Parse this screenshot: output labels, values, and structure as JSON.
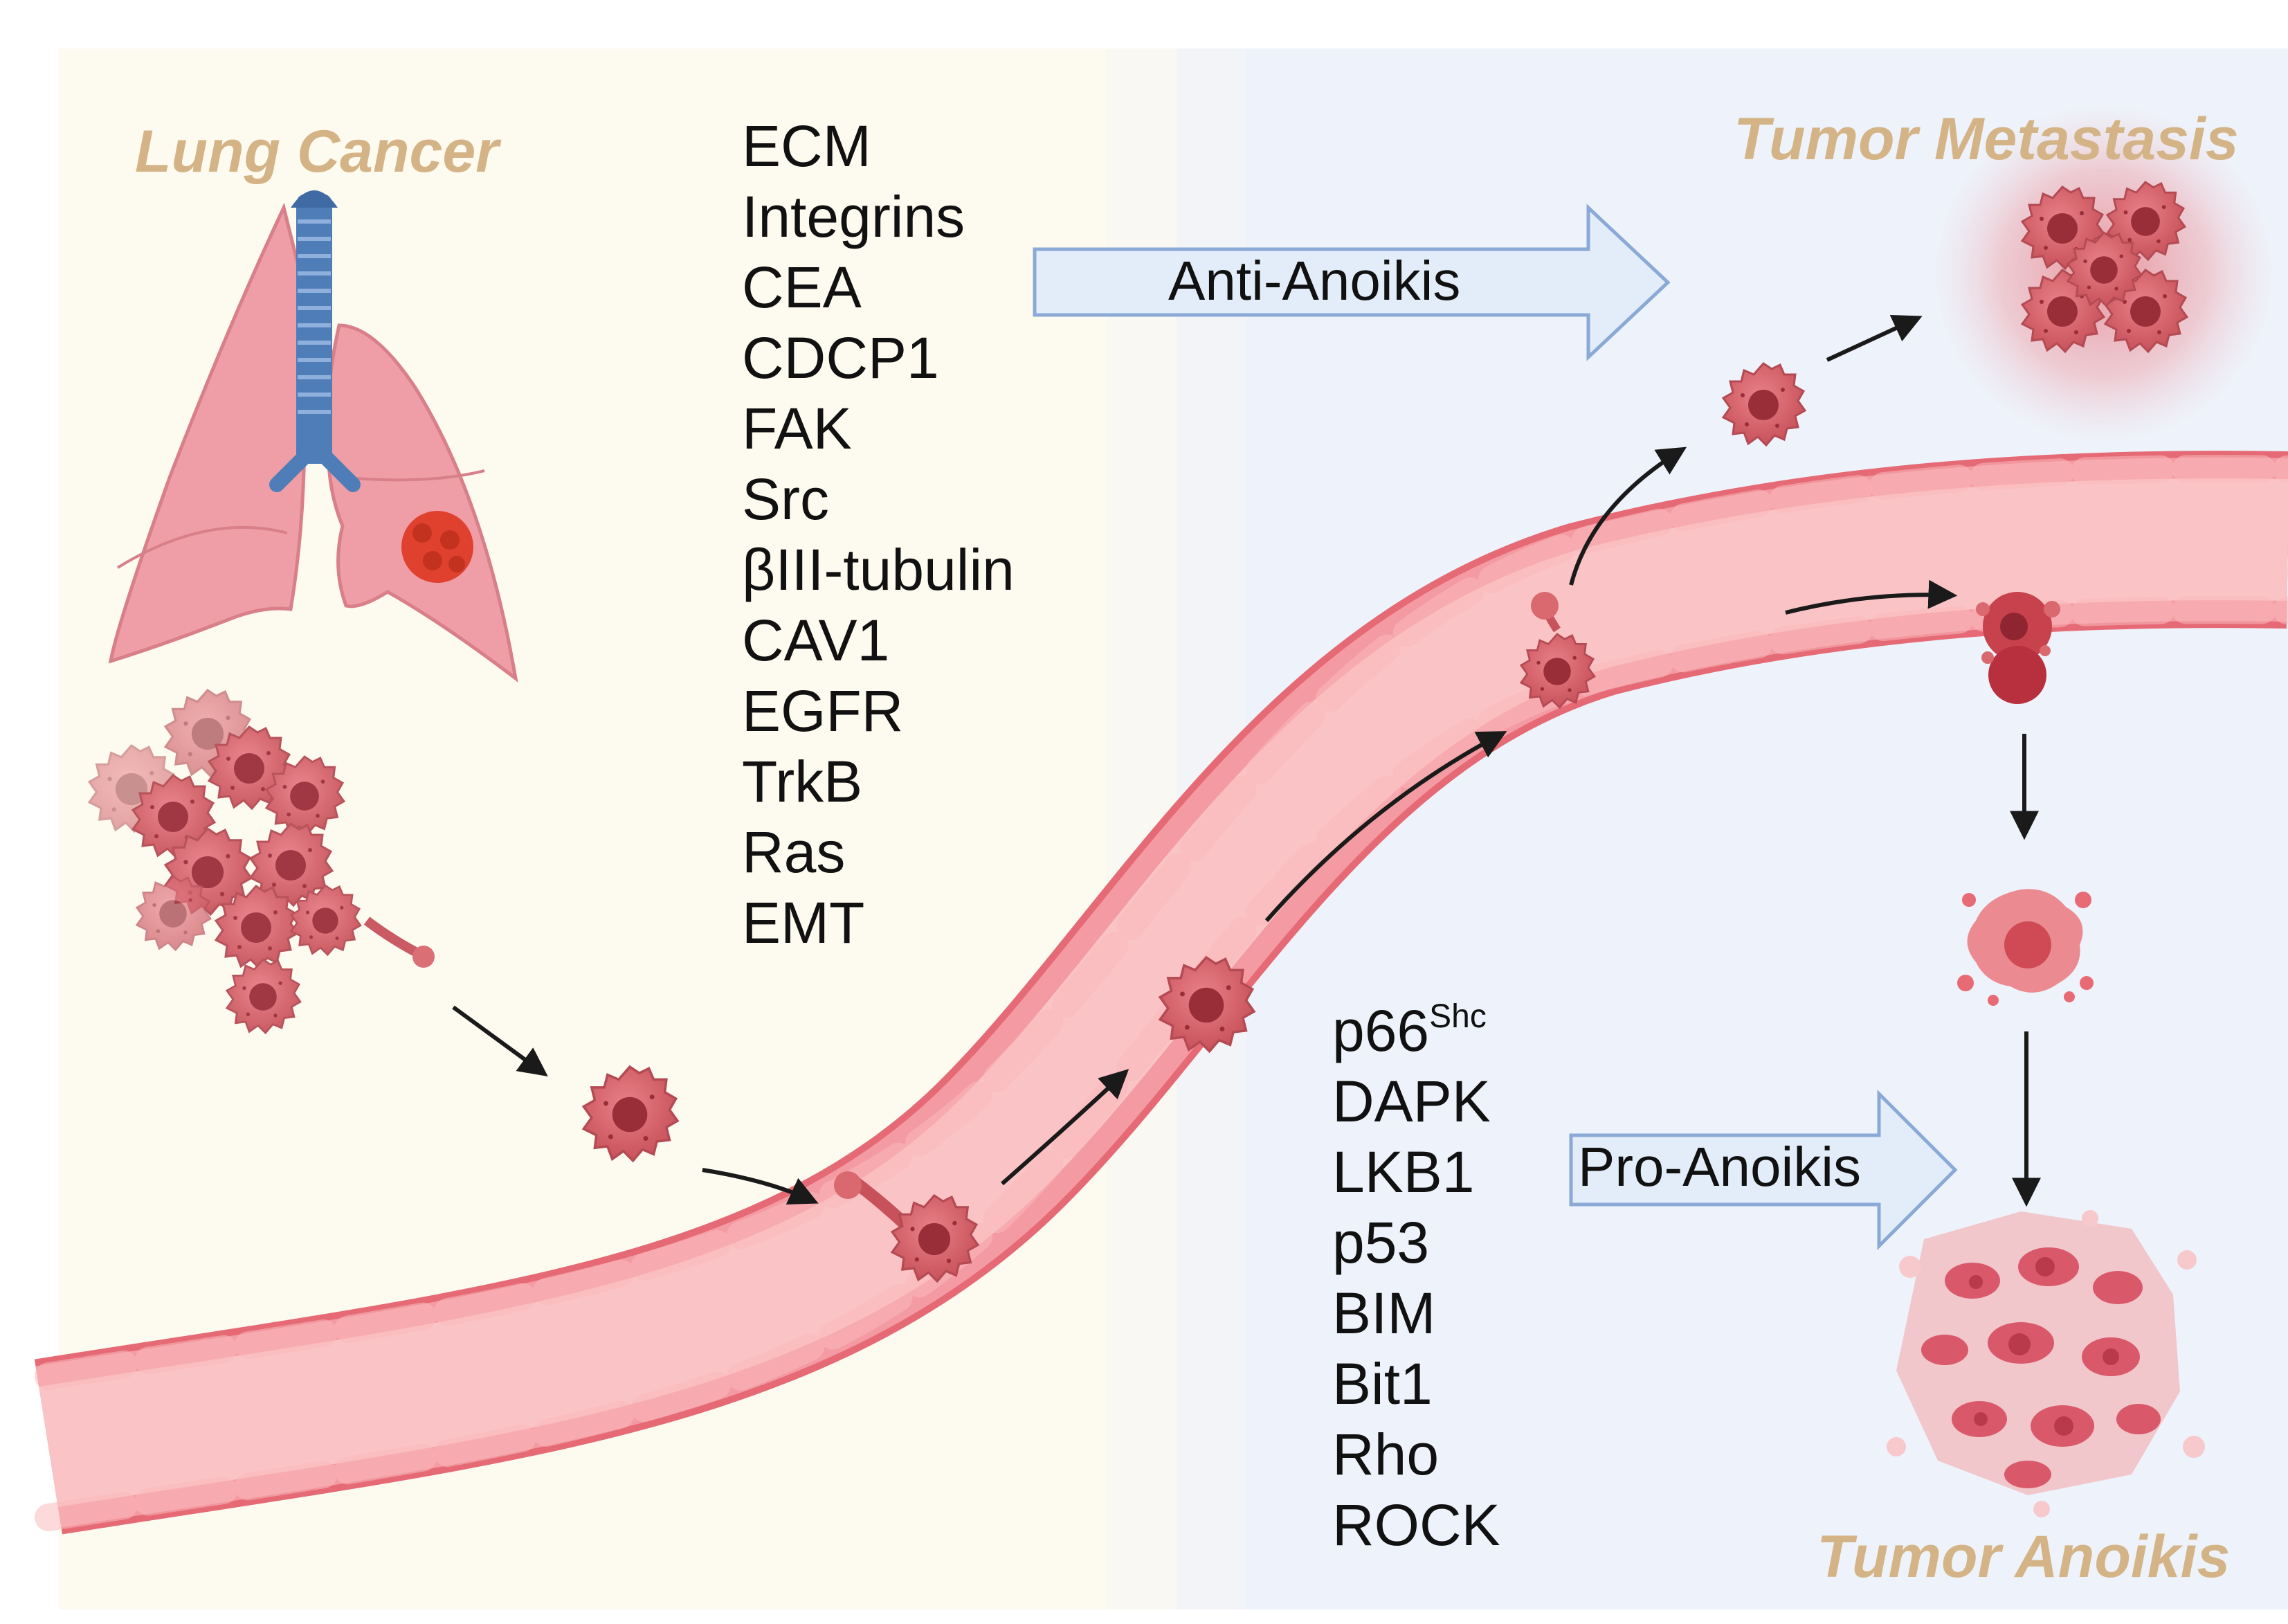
{
  "titles": {
    "lung_cancer": "Lung Cancer",
    "tumor_metastasis": "Tumor Metastasis",
    "tumor_anoikis": "Tumor Anoikis"
  },
  "anti_anoikis": {
    "label": "Anti-Anoikis",
    "factors": [
      "ECM",
      "Integrins",
      "CEA",
      "CDCP1",
      "FAK",
      "Src",
      "βIII-tubulin",
      "CAV1",
      "EGFR",
      "TrkB",
      "Ras",
      "EMT"
    ]
  },
  "pro_anoikis": {
    "label": "Pro-Anoikis",
    "first_factor": {
      "base": "p66",
      "superscript": "Shc"
    },
    "factors": [
      "DAPK",
      "LKB1",
      "p53",
      "BIM",
      "Bit1",
      "Rho",
      "ROCK"
    ]
  },
  "colors": {
    "left_background": "#fdfaf0",
    "right_background": "#eef3fb",
    "title": "#d4b486",
    "vessel": "#f7b2b2",
    "vessel_border": "#e86a73",
    "arrow_fill": "#e3edf9",
    "arrow_stroke": "#8aa9d6",
    "cell": "#d9686f",
    "cell_dark": "#8e2530",
    "lung": "#ee9ea6",
    "trachea": "#4f7db8"
  },
  "icons": [
    "lung-icon",
    "tumor-cluster-icon",
    "tumor-cell-icon",
    "blood-vessel-icon",
    "apoptotic-cell-icon"
  ]
}
